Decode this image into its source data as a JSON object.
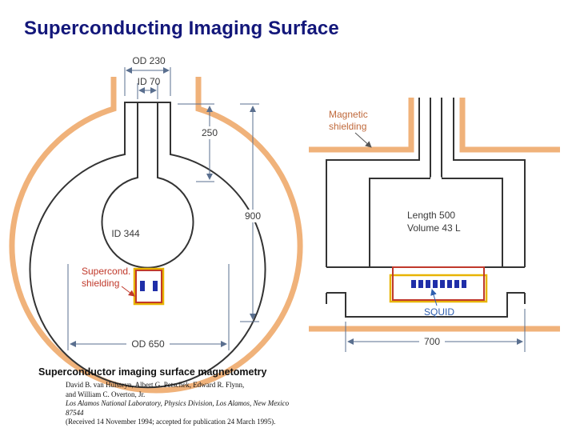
{
  "slide": {
    "title": "Superconducting Imaging Surface"
  },
  "left_diagram": {
    "od_top": "OD 230",
    "id_top": "ID 70",
    "dim_250": "250",
    "dim_900": "900",
    "id_inner": "ID 344",
    "shielding_line1": "Supercond.",
    "shielding_line2": "shielding",
    "od_bottom": "OD 650"
  },
  "right_diagram": {
    "magnetic_line1": "Magnetic",
    "magnetic_line2": "shielding",
    "length": "Length 500",
    "volume": "Volume 43 L",
    "squid": "SQUID",
    "dim_700": "700"
  },
  "reference": {
    "title": "Superconductor imaging surface magnetometry",
    "authors_1": "David B. van Hulsteyn, Albert G. Petschek, Edward R. Flynn,",
    "authors_2": "and William C. Overton, Jr.",
    "affiliation": "Los Alamos National Laboratory, Physics Division, Los Alamos, New Mexico 87544",
    "received": "(Received 14 November 1994; accepted for publication 24 March 1995)."
  },
  "colors": {
    "title": "#13177a",
    "shield_orange": "#f0b27a",
    "outline": "#333333",
    "red": "#c0392b",
    "yellow": "#e8b400",
    "blue": "#1f2ea8",
    "dim_line": "#5a6f8f"
  }
}
